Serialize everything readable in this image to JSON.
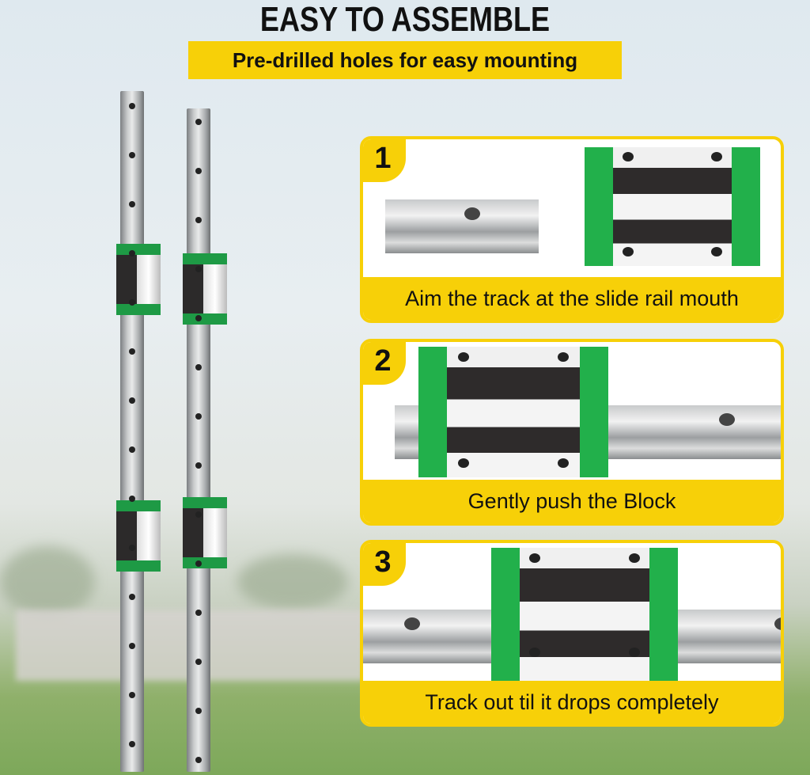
{
  "header": {
    "title": "EASY TO ASSEMBLE",
    "subtitle": "Pre-drilled holes for easy mounting"
  },
  "steps": [
    {
      "number": "1",
      "caption": "Aim the track at the slide rail mouth"
    },
    {
      "number": "2",
      "caption": "Gently push the Block"
    },
    {
      "number": "3",
      "caption": "Track out til it drops completely"
    }
  ],
  "colors": {
    "accent": "#f7d008",
    "block_green": "#22b04b"
  }
}
